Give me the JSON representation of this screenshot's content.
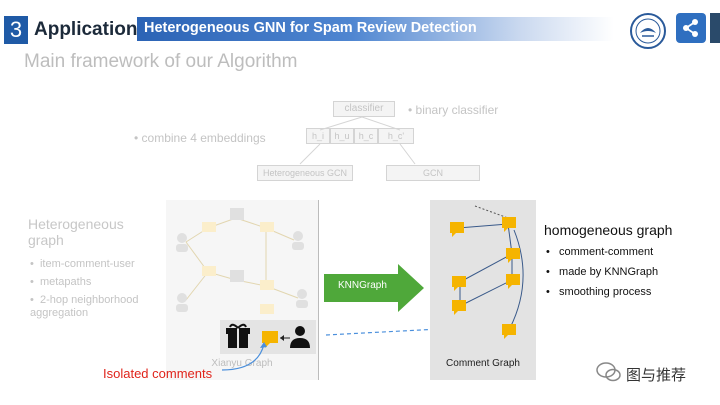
{
  "header": {
    "section_number": "3",
    "section_title": "Application",
    "banner_title": "Heterogeneous GNN for Spam Review Detection"
  },
  "slide": {
    "heading": "Main framework of our Algorithm",
    "classifier_box": "classifier",
    "binary_classifier_note": "binary classifier",
    "combine_note": "combine 4 embeddings",
    "embeddings": [
      "h_i",
      "h_u",
      "h_c",
      "h_c'"
    ],
    "hetero_gcn_box": "Heterogeneous GCN",
    "gcn_box": "GCN",
    "hetero_graph_title": "Heterogeneous graph",
    "hetero_bullets": [
      "item-comment-user",
      "metapaths",
      "2-hop neighborhood aggregation"
    ],
    "left_panel_caption": "Xianyu Graph",
    "arrow_label": "KNNGraph",
    "comment_graph_label": "Comment Graph",
    "homogeneous_title": "homogeneous graph",
    "homogeneous_bullets": [
      "comment-comment",
      "made by KNNGraph",
      "smoothing process"
    ],
    "isolated_label": "Isolated comments"
  },
  "watermark": {
    "text": "图与推荐"
  },
  "colors": {
    "accent_blue": "#2b63b5",
    "comment_yellow": "#f5b400",
    "arrow_green": "#4fa83a",
    "isolated_red": "#e0241b",
    "dashed_blue": "#4a8fdc"
  },
  "icons": [
    "share-icon",
    "university-logo",
    "gift-icon",
    "user-icon",
    "comment-icon",
    "wechat-icon"
  ]
}
